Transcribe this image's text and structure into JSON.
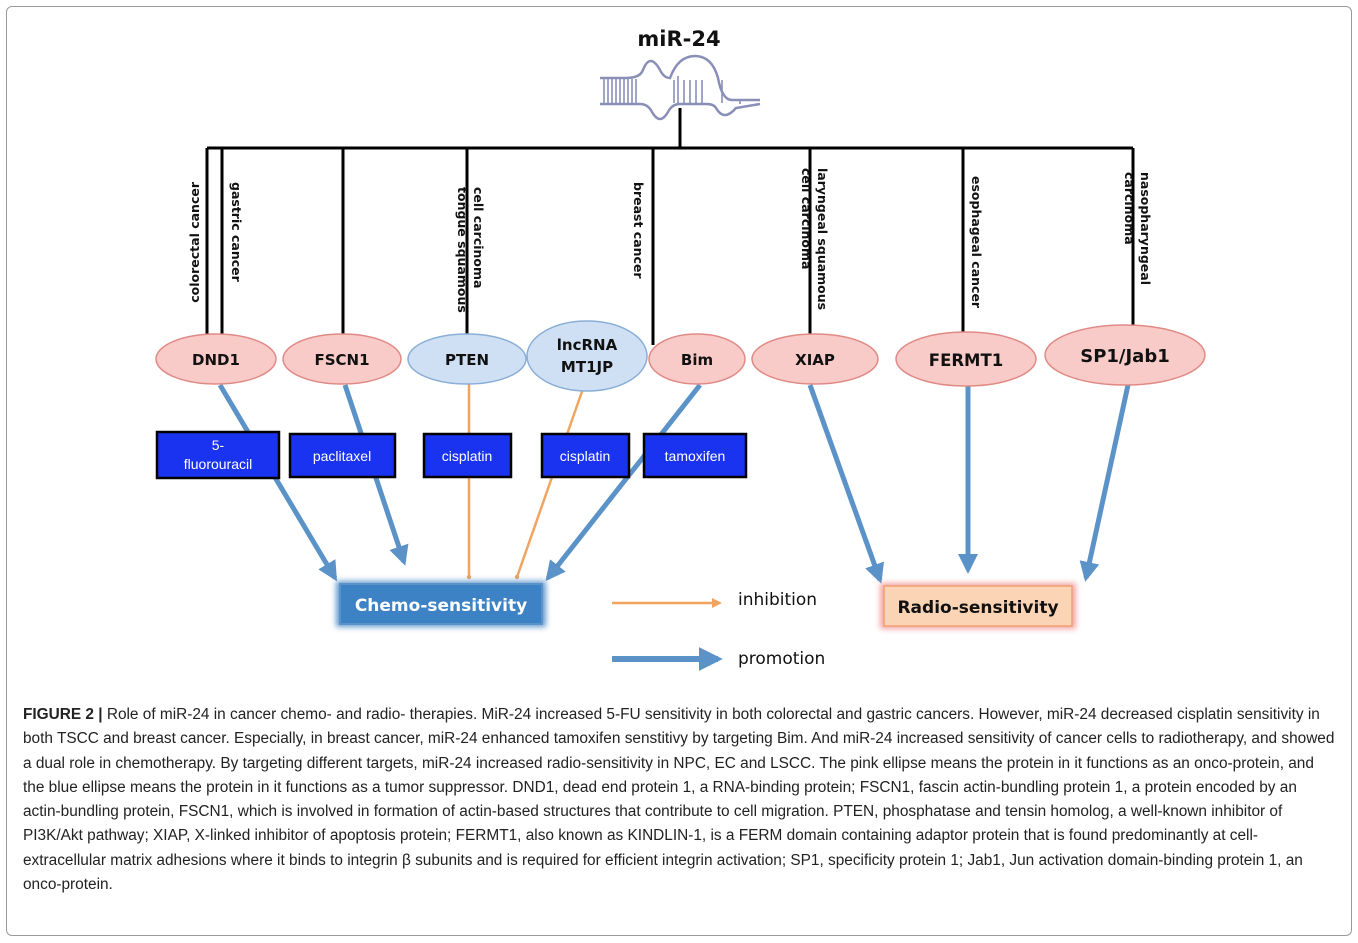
{
  "title": "miR-24",
  "cancers": {
    "colorectal": "colorectal cancer",
    "gastric": "gastric cancer",
    "tongue_1": "tongue squamous",
    "tongue_2": "cell carcinoma",
    "breast": "breast cancer",
    "laryngeal_1": "laryngeal squamous",
    "laryngeal_2": "cell carcinoma",
    "esophageal": "esophageal cancer",
    "naso_1": "nasopharyngeal",
    "naso_2": "carcinoma"
  },
  "targets": {
    "dnd1": "DND1",
    "fscn1": "FSCN1",
    "pten": "PTEN",
    "lncrna_1": "lncRNA",
    "lncrna_2": "MT1JP",
    "bim": "Bim",
    "xiap": "XIAP",
    "fermt1": "FERMT1",
    "sp1jab1": "SP1/Jab1"
  },
  "drugs": {
    "fu_1": "5-",
    "fu_2": "fluorouracil",
    "paclitaxel": "paclitaxel",
    "cisplatin_a": "cisplatin",
    "cisplatin_b": "cisplatin",
    "tamoxifen": "tamoxifen"
  },
  "outcomes": {
    "chemo": "Chemo-sensitivity",
    "radio": "Radio-sensitivity"
  },
  "legend": {
    "inhibition": "inhibition",
    "promotion": "promotion"
  },
  "colors": {
    "onco_fill": "#f8cbc8",
    "onco_stroke": "#e08a86",
    "suppressor_fill": "#cfe0f4",
    "suppressor_stroke": "#8aaed6",
    "drug_fill": "#1a33f0",
    "promotion": "#5b93c9",
    "inhibition": "#f0a460",
    "chemo_fill": "#3c82c4",
    "radio_fill": "#fbd3b5"
  },
  "caption": {
    "label": "FIGURE 2 |",
    "text": "Role of miR-24 in cancer chemo- and radio- therapies. MiR-24 increased 5-FU sensitivity in both colorectal and gastric cancers. However, miR-24 decreased cisplatin sensitivity in both TSCC and breast cancer. Especially, in breast cancer, miR-24 enhanced tamoxifen senstitivy by targeting Bim. And miR-24 increased sensitivity of cancer cells to radiotherapy, and showed a dual role in chemotherapy. By targeting different targets, miR-24 increased radio-sensitivity in NPC, EC and LSCC. The pink ellipse means the protein in it functions as an onco-protein, and the blue ellipse means the protein in it functions as a tumor suppressor. DND1, dead end protein 1, a RNA-binding protein; FSCN1, fascin actin-bundling protein 1, a protein encoded by an actin-bundling protein, FSCN1, which is involved in formation of actin-based structures that contribute to cell migration. PTEN, phosphatase and tensin homolog, a well-known inhibitor of PI3K/Akt pathway; XIAP, X-linked inhibitor of apoptosis protein; FERMT1, also known as KINDLIN-1, is a FERM domain containing adaptor protein that is found predominantly at cell-extracellular matrix adhesions where it binds to integrin β subunits and is required for efficient integrin activation; SP1, specificity protein 1; Jab1, Jun activation domain-binding protein 1, an onco-protein."
  }
}
